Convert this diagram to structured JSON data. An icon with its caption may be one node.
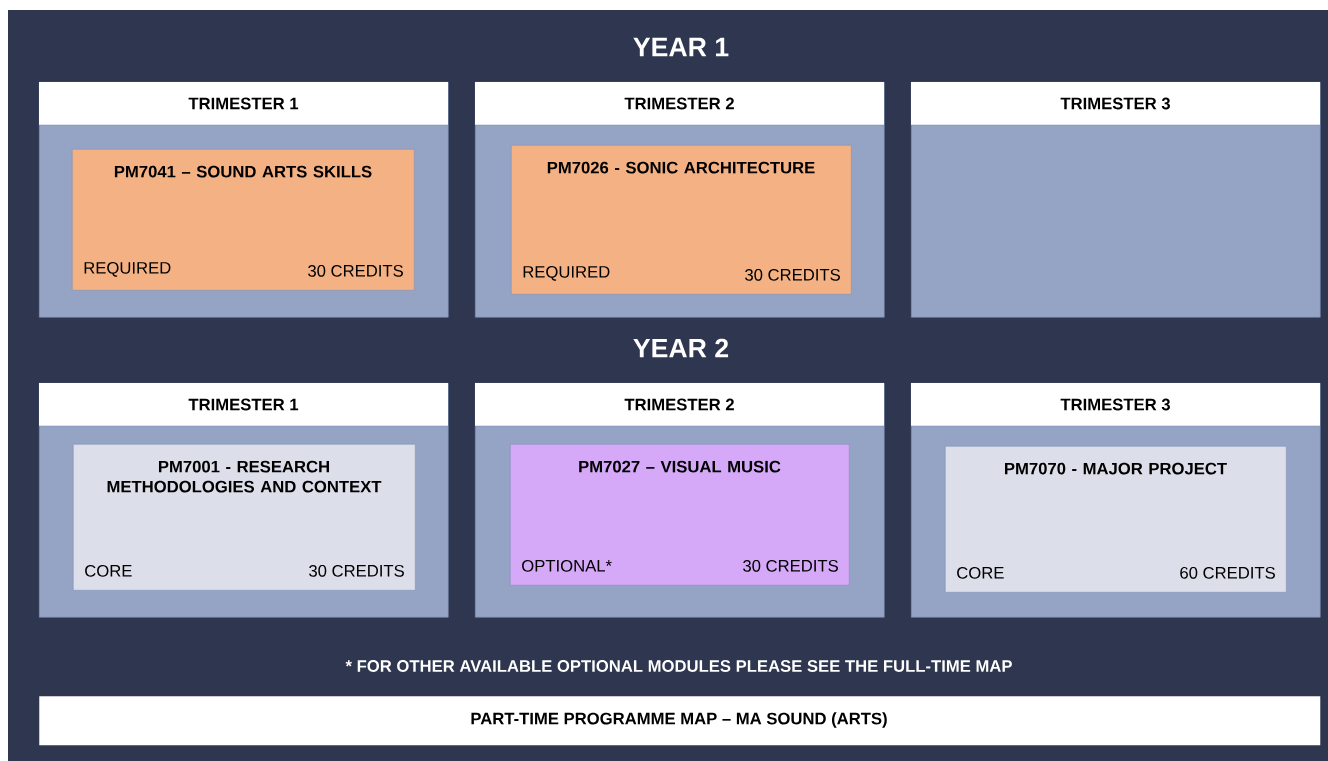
{
  "diagram": {
    "nodes": [
      {
        "text": [
          "TRIMESTER 1"
        ]
      },
      {
        "text": [
          "PM7041 – SOUND ARTS SKILLS",
          "REQUIRED",
          "30 CREDITS"
        ],
        "in": 0
      },
      {
        "text": [
          "TRIMESTER 2"
        ]
      },
      {
        "text": [
          "PM7026 - SONIC ARCHITECTURE",
          "REQUIRED",
          "30 CREDITS"
        ],
        "in": 2
      },
      {
        "text": [
          "TRIMESTER 3"
        ]
      },
      {
        "text": [
          "TRIMESTER 1"
        ]
      },
      {
        "text": [
          "PM7001 - RESEARCH METHODOLOGIES AND CONTEXT",
          "CORE",
          "30 CREDITS"
        ],
        "in": 5
      },
      {
        "text": [
          "TRIMESTER 2"
        ]
      },
      {
        "text": [
          "PM7027 – VISUAL MUSIC",
          "OPTIONAL*",
          "30 CREDITS"
        ],
        "in": 7
      },
      {
        "text": [
          "TRIMESTER 3"
        ]
      },
      {
        "text": [
          "PM7070 - MAJOR PROJECT",
          "CORE",
          "60 CREDITS"
        ],
        "in": 9
      },
      {
        "text": [
          "PART-TIME PROGRAMME MAP – MA SOUND (ARTS)"
        ]
      }
    ],
    "labels": [
      "YEAR 1",
      "YEAR 2",
      "* FOR OTHER AVAILABLE OPTIONAL MODULES PLEASE SEE THE FULL-TIME MAP"
    ]
  }
}
